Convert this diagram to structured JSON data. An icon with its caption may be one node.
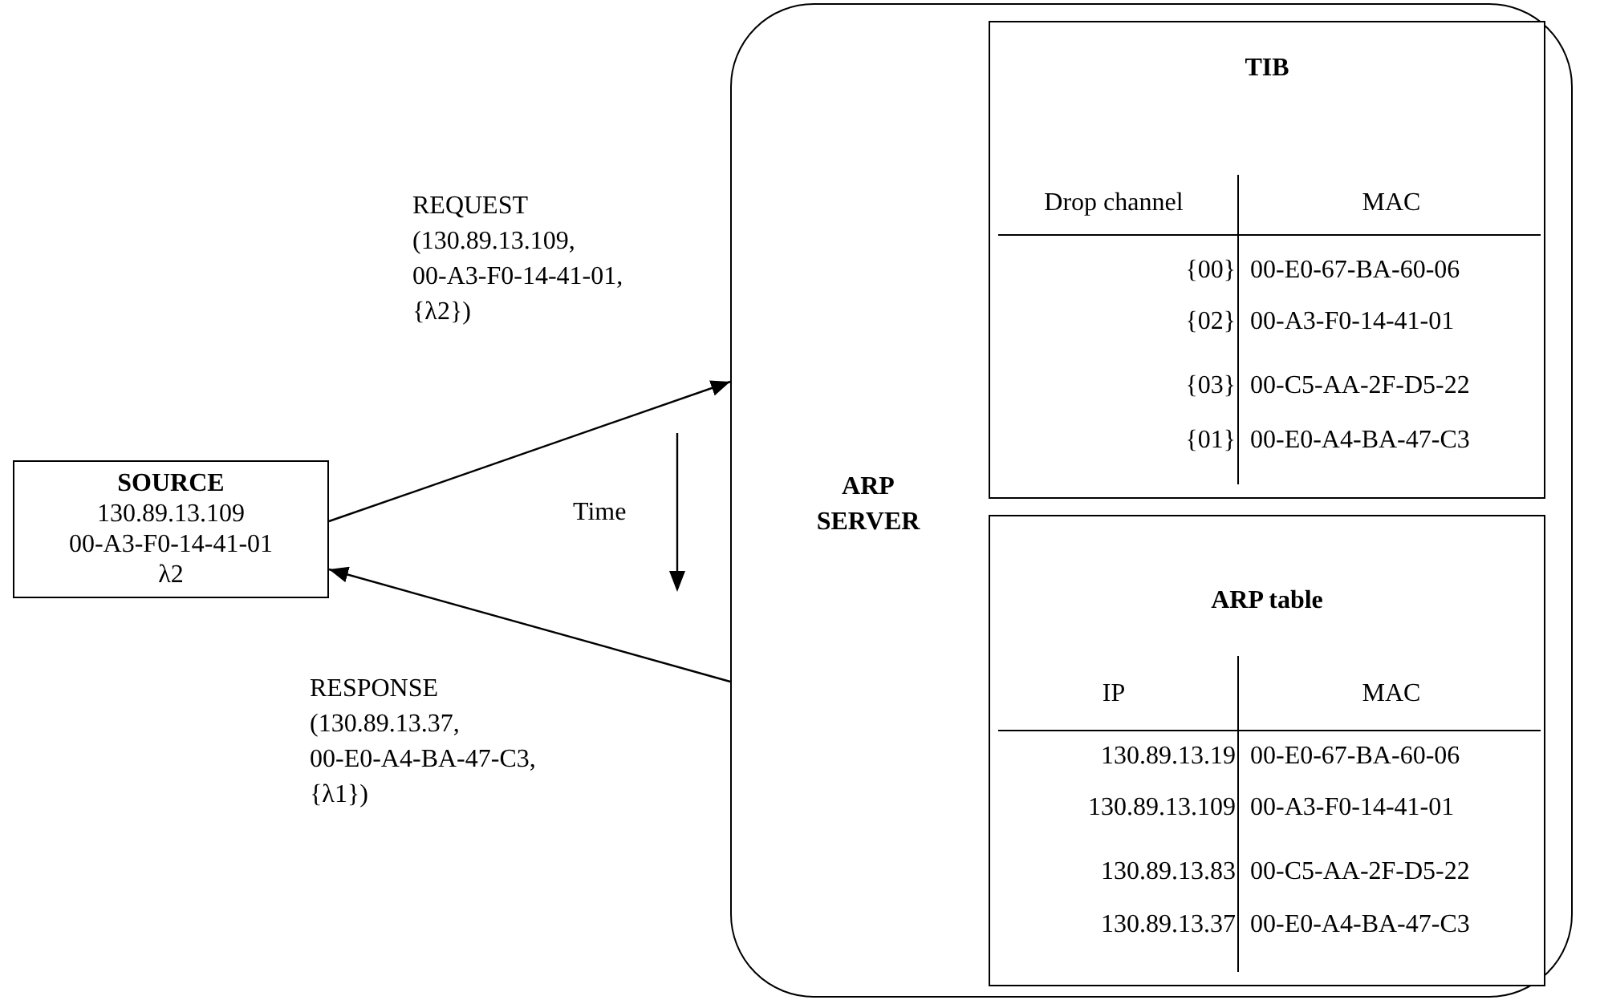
{
  "diagram": {
    "nodes": [
      {
        "text": [
          "SOURCE",
          "130.89.13.109",
          "00-A3-F0-14-41-01",
          "λ2"
        ]
      },
      {
        "text": [
          "ARP SERVER"
        ]
      },
      {
        "text": [
          "TIB",
          "Drop channel",
          "MAC",
          "{00}",
          "00-E0-67-BA-60-06",
          "{02}",
          "00-A3-F0-14-41-01",
          "{03}",
          "00-C5-AA-2F-D5-22",
          "{01}",
          "00-E0-A4-BA-47-C3"
        ],
        "in": 1
      },
      {
        "text": [
          "ARP table",
          "IP",
          "MAC",
          "130.89.13.19",
          "00-E0-67-BA-60-06",
          "130.89.13.109",
          "00-A3-F0-14-41-01",
          "130.89.13.83",
          "00-C5-AA-2F-D5-22",
          "130.89.13.37",
          "00-E0-A4-BA-47-C3"
        ],
        "in": 1
      }
    ],
    "edges": [
      {
        "from": 0,
        "to": 1,
        "arrow": "to",
        "label": "REQUEST (130.89.13.109, 00-A3-F0-14-41-01, {λ2})"
      },
      {
        "from": 1,
        "to": 0,
        "arrow": "to",
        "label": "RESPONSE (130.89.13.37, 00-E0-A4-BA-47-C3, {λ1})"
      }
    ],
    "labels": [
      "Time"
    ]
  }
}
